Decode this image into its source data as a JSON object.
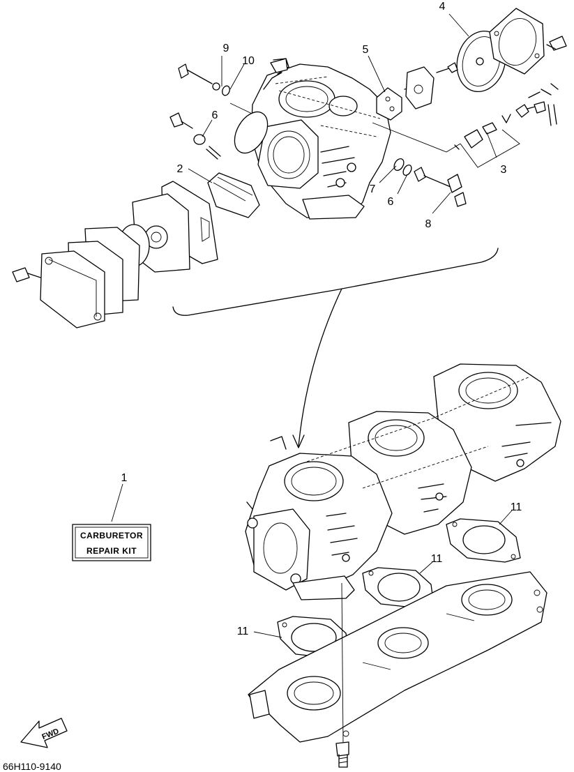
{
  "diagram": {
    "callouts": [
      {
        "id": "c1",
        "label": "1"
      },
      {
        "id": "c2",
        "label": "2"
      },
      {
        "id": "c3",
        "label": "3"
      },
      {
        "id": "c4",
        "label": "4"
      },
      {
        "id": "c5",
        "label": "5"
      },
      {
        "id": "c6a",
        "label": "6"
      },
      {
        "id": "c6b",
        "label": "6"
      },
      {
        "id": "c7",
        "label": "7"
      },
      {
        "id": "c8",
        "label": "8"
      },
      {
        "id": "c9",
        "label": "9"
      },
      {
        "id": "c10",
        "label": "10"
      },
      {
        "id": "c11a",
        "label": "11"
      },
      {
        "id": "c11b",
        "label": "11"
      },
      {
        "id": "c11c",
        "label": "11"
      }
    ],
    "repair_kit": {
      "line1": "CARBURETOR",
      "line2": "REPAIR KIT"
    },
    "fwd_label": "FWD",
    "part_number": "66H110-9140"
  }
}
